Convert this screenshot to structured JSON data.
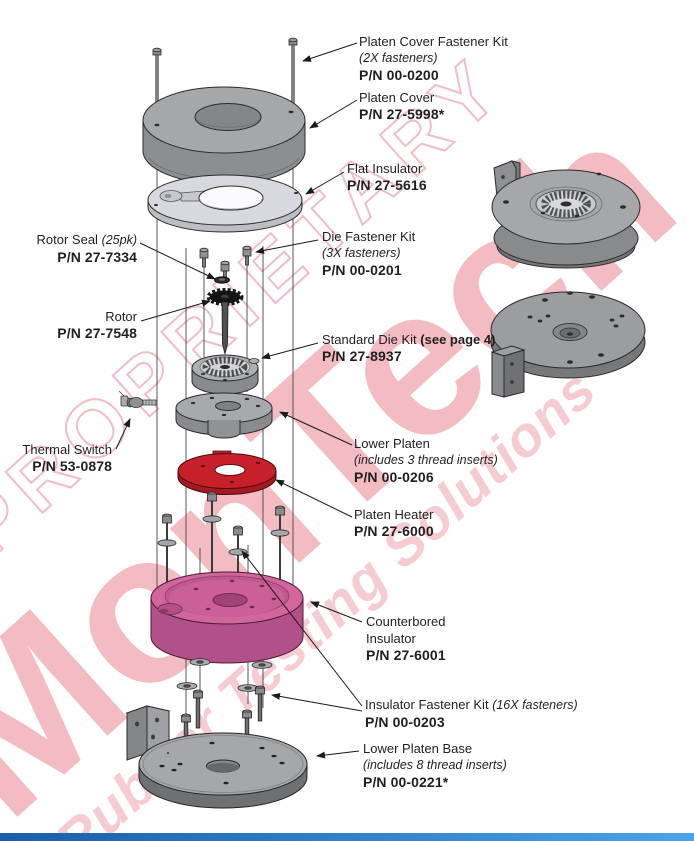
{
  "watermark": {
    "proprietary": "PROPRIETARY",
    "brand": "MonTech",
    "tagline": "Rubber Testing Solutions"
  },
  "labels": {
    "platen_cover_fastener_kit": {
      "title": "Platen Cover Fastener Kit",
      "note": "(2X fasteners)",
      "pn": "P/N 00-0200"
    },
    "platen_cover": {
      "title": "Platen Cover",
      "pn": "P/N 27-5998*"
    },
    "flat_insulator": {
      "title": "Flat Insulator",
      "pn": "P/N 27-5616"
    },
    "rotor_seal": {
      "title": "Rotor Seal",
      "note": "(25pk)",
      "pn": "P/N 27-7334"
    },
    "die_fastener_kit": {
      "title": "Die Fastener Kit",
      "note": "(3X fasteners)",
      "pn": "P/N 00-0201"
    },
    "rotor": {
      "title": "Rotor",
      "pn": "P/N 27-7548"
    },
    "standard_die_kit": {
      "title": "Standard Die Kit",
      "note": "(see page 4)",
      "pn": "P/N 27-8937"
    },
    "thermal_switch": {
      "title": "Thermal Switch",
      "pn": "P/N 53-0878"
    },
    "lower_platen": {
      "title": "Lower Platen",
      "note": "(includes 3 thread inserts)",
      "pn": "P/N 00-0206"
    },
    "platen_heater": {
      "title": "Platen Heater",
      "pn": "P/N 27-6000"
    },
    "counterbored_insulator": {
      "title_line1": "Counterbored",
      "title_line2": "Insulator",
      "pn": "P/N 27-6001"
    },
    "insulator_fastener_kit": {
      "title": "Insulator Fastener Kit",
      "note": "(16X fasteners)",
      "pn": "P/N 00-0203"
    },
    "lower_platen_base": {
      "title": "Lower Platen Base",
      "note": "(includes 8 thread inserts)",
      "pn": "P/N 00-0221*"
    }
  },
  "colors": {
    "heater-red": "#c8202a",
    "insulator-pink-top": "#d2659c",
    "insulator-pink-side": "#b2508a",
    "part-gray": "#a6a7aa",
    "part-gray-dark": "#8d8e91",
    "insulator-light": "#d8d9df",
    "footer-blue-dark": "#1a5dab",
    "footer-blue-light": "#4aa3e8",
    "watermark-red": "rgba(223,75,95,0.38)",
    "watermark-pink": "rgba(238,160,173,0.55)"
  }
}
